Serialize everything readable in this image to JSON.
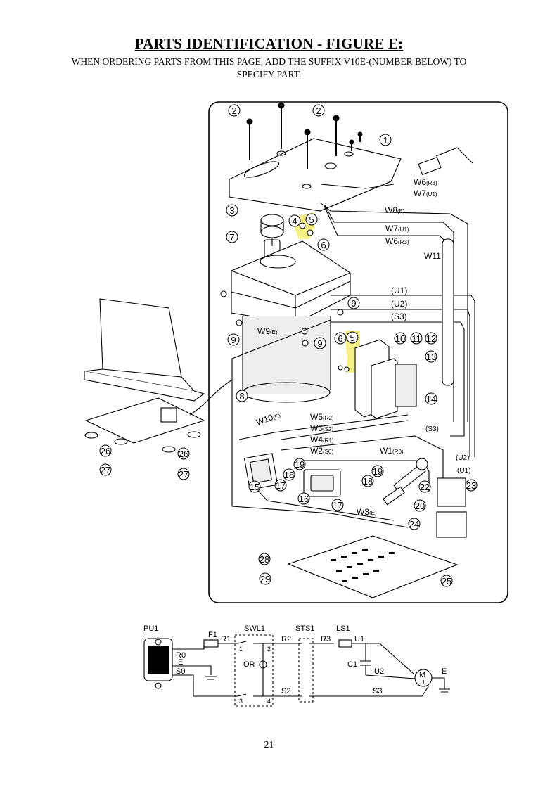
{
  "header": {
    "title": "PARTS IDENTIFICATION - FIGURE E:",
    "subtitle_line1": "WHEN ORDERING PARTS FROM THIS PAGE, ADD THE SUFFIX V10E-(NUMBER BELOW) TO",
    "subtitle_line2": "SPECIFY PART."
  },
  "part_callouts": [
    "1",
    "2",
    "3",
    "4",
    "5",
    "6",
    "7",
    "8",
    "9",
    "10",
    "11",
    "12",
    "13",
    "14",
    "15",
    "16",
    "17",
    "18",
    "19",
    "20",
    "22",
    "23",
    "24",
    "25",
    "26",
    "27",
    "28",
    "29"
  ],
  "highlighted_part": "5",
  "highlight_color": "#f5f07a",
  "wire_labels": {
    "w6r3": "W6",
    "w6r3_sub": "(R3)",
    "w7u1": "W7",
    "w7u1_sub": "(U1)",
    "w8e": "W8",
    "w8e_sub": "(E)",
    "w7u1b": "W7",
    "w7u1b_sub": "(U1)",
    "w6r3b": "W6",
    "w6r3b_sub": "(R3)",
    "w11": "W11",
    "u1": "(U1)",
    "u2": "(U2)",
    "s3": "(S3)",
    "w9e": "W9",
    "w9e_sub": "(E)",
    "w10e": "W10",
    "w10e_sub": "(E)",
    "w5r2": "W5",
    "w5r2_sub": "(R2)",
    "w5s2": "W5",
    "w5s2_sub": "(S2)",
    "w4r1": "W4",
    "w4r1_sub": "(R1)",
    "w2s0": "W2",
    "w2s0_sub": "(S0)",
    "w1r0": "W1",
    "w1r0_sub": "(R0)",
    "w3e": "W3",
    "w3e_sub": "(E)",
    "s3b": "(S3)",
    "u2b": "(U2)",
    "u1b": "(U1)"
  },
  "schematic": {
    "pu1": "PU1",
    "f1": "F1",
    "r1": "R1",
    "swl1": "SWL1",
    "sts1": "STS1",
    "ls1": "LS1",
    "r0": "R0",
    "e": "E",
    "s0": "S0",
    "r2": "R2",
    "r3": "R3",
    "u1": "U1",
    "or": "OR",
    "c1": "C1",
    "u2": "U2",
    "m": "M",
    "m_num": "1",
    "e2": "E",
    "s2": "S2",
    "s3": "S3",
    "t1": "1",
    "t2": "2",
    "t3": "3",
    "t4": "4"
  },
  "footer": {
    "page_number": "21"
  }
}
